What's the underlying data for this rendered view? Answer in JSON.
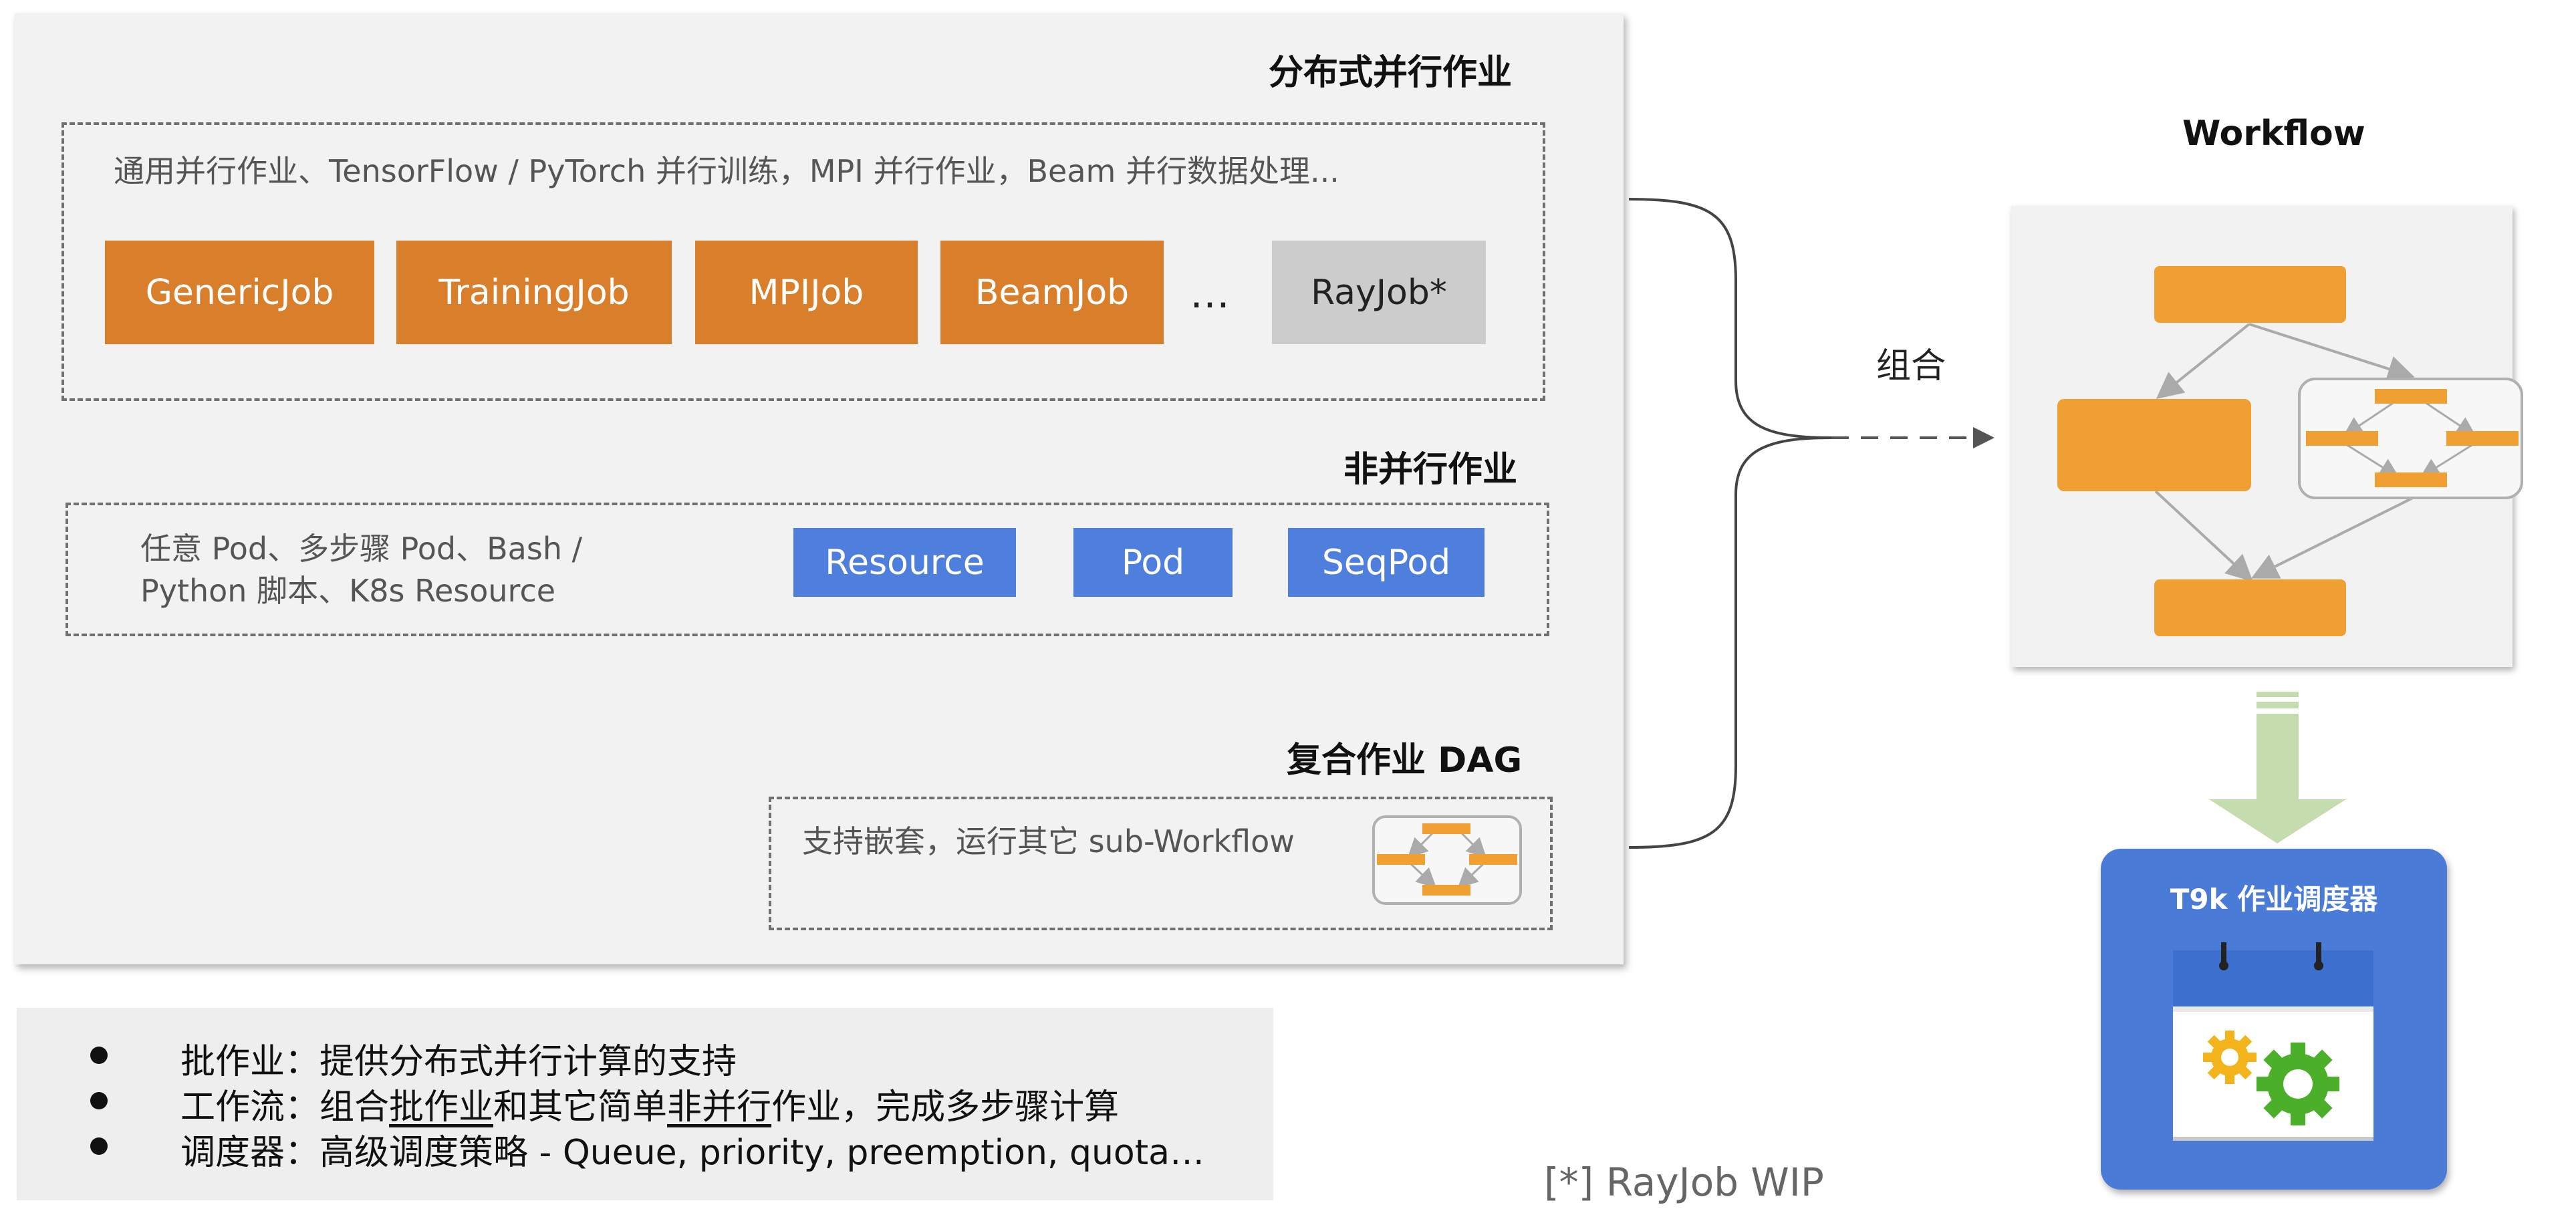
{
  "main": {
    "distributed_title": "分布式并行作业",
    "distributed_desc": "通用并行作业、TensorFlow / PyTorch 并行训练，MPI 并行作业，Beam 并行数据处理...",
    "distributed_jobs": [
      "GenericJob",
      "TrainingJob",
      "MPIJob",
      "BeamJob"
    ],
    "ellipsis": "…",
    "rayjob": "RayJob*",
    "nonparallel_title": "非并行作业",
    "nonparallel_desc_line1": "任意 Pod、多步骤 Pod、Bash /",
    "nonparallel_desc_line2": "Python 脚本、K8s Resource",
    "nonparallel_jobs": [
      "Resource",
      "Pod",
      "SeqPod"
    ],
    "dag_title": "复合作业 DAG",
    "dag_desc": "支持嵌套，运行其它 sub-Workflow"
  },
  "connector": {
    "label": "组合"
  },
  "workflow": {
    "title": "Workflow"
  },
  "scheduler": {
    "title": "T9k 作业调度器",
    "icon": "calendar-gears-icon"
  },
  "bullets": {
    "b1": "批作业：提供分布式并行计算的支持",
    "b2_pre": "工作流：组合",
    "b2_u1": "批作业",
    "b2_mid": "和其它简单",
    "b2_u2": "非并行",
    "b2_post": "作业，完成多步骤计算",
    "b3": "调度器：高级调度策略 - Queue, priority, preemption, quota…"
  },
  "footnote": "[*] RayJob WIP",
  "colors": {
    "orange_job": "#d97f2b",
    "orange_node": "#f0a033",
    "blue_job": "#4f7fdd",
    "gray_job": "#cccccc",
    "scheduler_blue": "#4a7bd6",
    "arrow_green": "#c5dcae"
  }
}
